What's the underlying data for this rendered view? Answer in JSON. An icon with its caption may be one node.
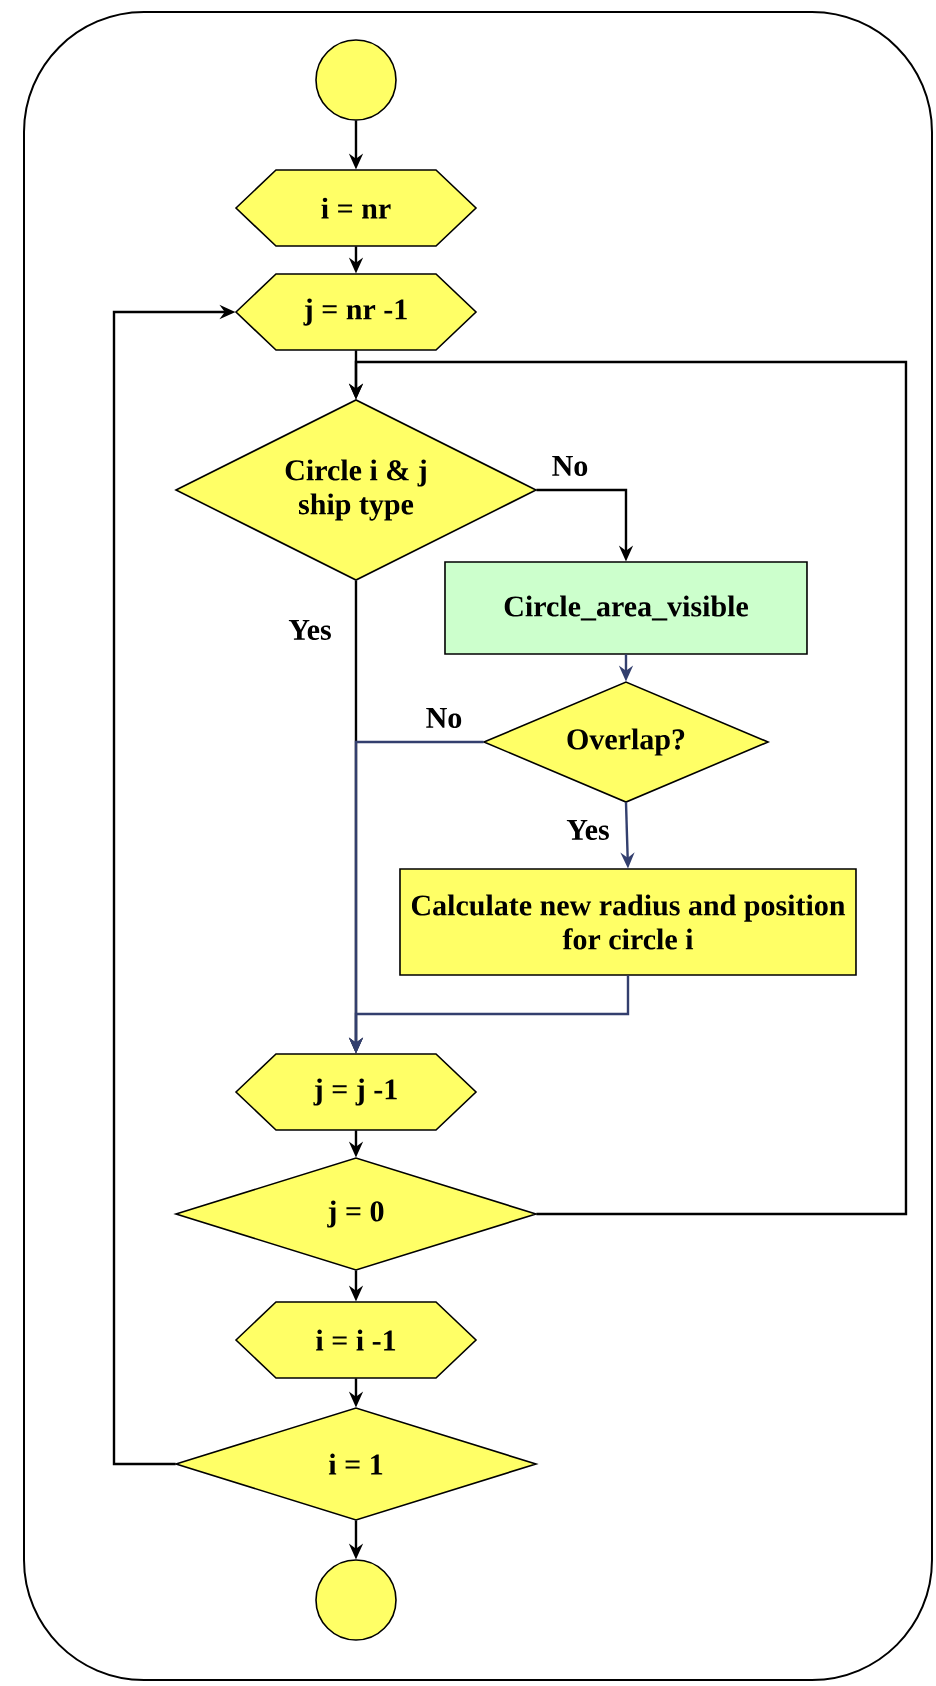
{
  "diagram": {
    "nodes": [
      {
        "text": [],
        "shape": "circle"
      },
      {
        "text": [
          "i = nr"
        ]
      },
      {
        "text": [
          "j = nr -1"
        ]
      },
      {
        "text": [
          "Circle i & j ship type"
        ]
      },
      {
        "text": [
          "Circle_area_visible"
        ]
      },
      {
        "text": [
          "Overlap?"
        ]
      },
      {
        "text": [
          "Calculate new radius and position for circle i"
        ]
      },
      {
        "text": [
          "j = j -1"
        ]
      },
      {
        "text": [
          "j = 0"
        ]
      },
      {
        "text": [
          "i = i -1"
        ]
      },
      {
        "text": [
          "i = 1"
        ]
      },
      {
        "text": [],
        "shape": "circle"
      }
    ],
    "edges": [
      {
        "from": 0,
        "to": 1,
        "arrow": "to"
      },
      {
        "from": 1,
        "to": 2,
        "arrow": "to"
      },
      {
        "from": 2,
        "to": 3,
        "arrow": "to"
      },
      {
        "from": 3,
        "to": 4,
        "arrow": "to",
        "label": "No"
      },
      {
        "from": 3,
        "to": 7,
        "arrow": "to",
        "label": "Yes"
      },
      {
        "from": 4,
        "to": 5,
        "arrow": "to",
        "color": "#333f6e"
      },
      {
        "from": 5,
        "to": 7,
        "arrow": "to",
        "label": "No",
        "color": "#333f6e"
      },
      {
        "from": 5,
        "to": 6,
        "arrow": "to",
        "label": "Yes",
        "color": "#333f6e"
      },
      {
        "from": 6,
        "to": 7,
        "arrow": "to",
        "color": "#333f6e"
      },
      {
        "from": 7,
        "to": 8,
        "arrow": "to"
      },
      {
        "from": 8,
        "to": 3,
        "arrow": "to"
      },
      {
        "from": 8,
        "to": 9,
        "arrow": "to"
      },
      {
        "from": 9,
        "to": 10,
        "arrow": "to"
      },
      {
        "from": 10,
        "to": 2,
        "arrow": "to"
      },
      {
        "from": 10,
        "to": 11,
        "arrow": "to"
      }
    ]
  }
}
